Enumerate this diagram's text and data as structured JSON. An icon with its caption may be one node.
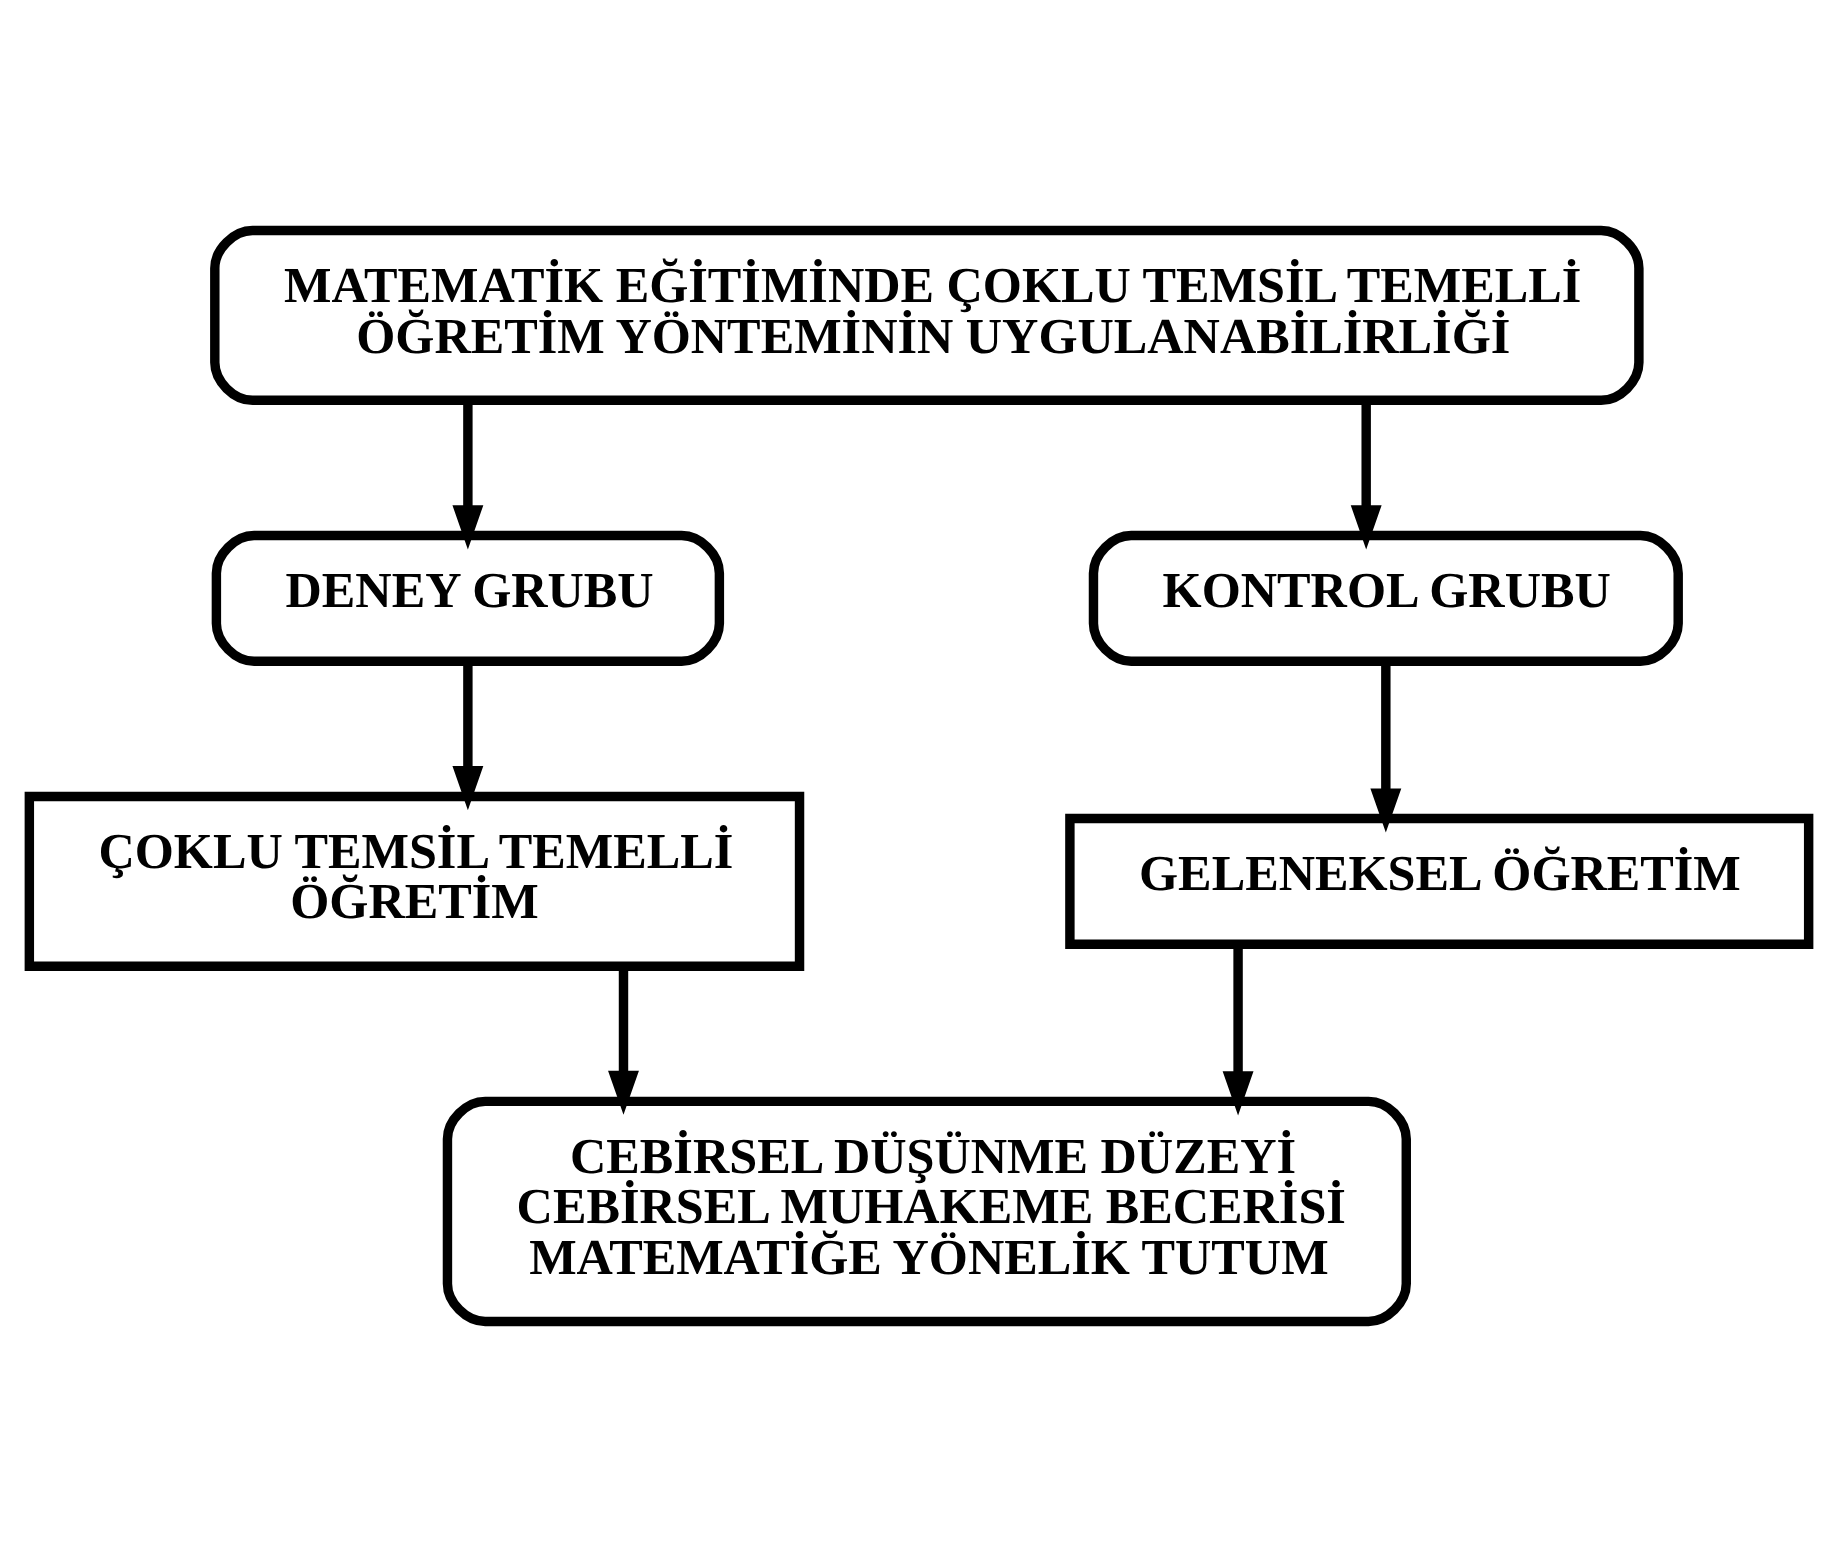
{
  "diagram": {
    "nodes": [
      {
        "text": [
          "MATEMATİK EĞİTİMİNDE ÇOKLU TEMSİL TEMELLİ ÖĞRETİM YÖNTEMİNİN UYGULANABİLİRLİĞİ"
        ]
      },
      {
        "text": [
          "DENEY GRUBU"
        ]
      },
      {
        "text": [
          "KONTROL GRUBU"
        ]
      },
      {
        "text": [
          "ÇOKLU TEMSİL TEMELLİ ÖĞRETİM"
        ]
      },
      {
        "text": [
          "GELENEKSEL ÖĞRETİM"
        ]
      },
      {
        "text": [
          "CEBİRSEL DÜŞÜNME DÜZEYİ",
          "CEBİRSEL MUHAKEME BECERİSİ",
          "MATEMATİĞE YÖNELİK TUTUM"
        ]
      }
    ],
    "edges": [
      {
        "from": 0,
        "to": 1,
        "arrow": "to"
      },
      {
        "from": 0,
        "to": 2,
        "arrow": "to"
      },
      {
        "from": 1,
        "to": 3,
        "arrow": "to"
      },
      {
        "from": 2,
        "to": 4,
        "arrow": "to"
      },
      {
        "from": 3,
        "to": 5,
        "arrow": "to"
      },
      {
        "from": 4,
        "to": 5,
        "arrow": "to"
      }
    ]
  }
}
